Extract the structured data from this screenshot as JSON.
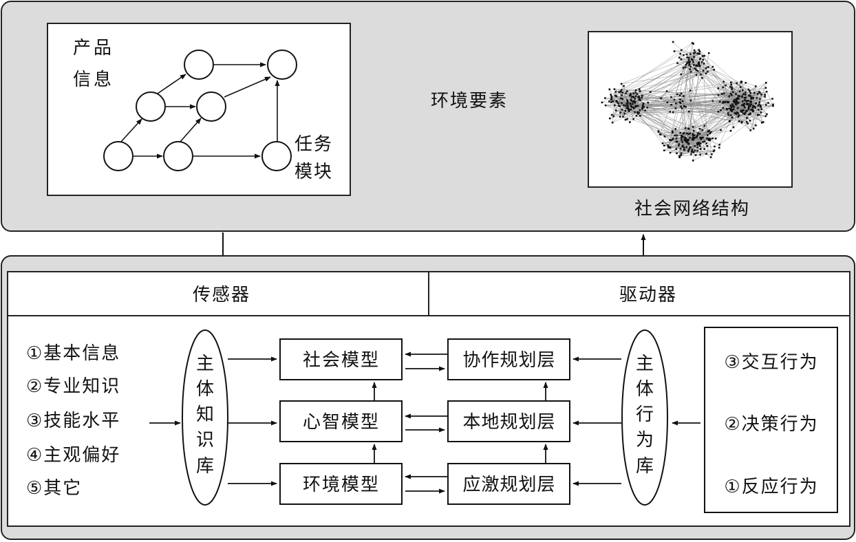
{
  "environment": {
    "title": "环境要素",
    "product_info": [
      "产品",
      "信息"
    ],
    "task_module": [
      "任务",
      "模块"
    ],
    "social_network_caption": "社会网络结构"
  },
  "agent": {
    "sensor_label": "传感器",
    "actuator_label": "驱动器",
    "attributes": [
      "①基本信息",
      "②专业知识",
      "③技能水平",
      "④主观偏好",
      "⑤其它"
    ],
    "knowledge_base": [
      "主",
      "体",
      "知",
      "识",
      "库"
    ],
    "behavior_base": [
      "主",
      "体",
      "行",
      "为",
      "库"
    ],
    "models": [
      "社会模型",
      "心智模型",
      "环境模型"
    ],
    "planning_layers": [
      "协作规划层",
      "本地规划层",
      "应激规划层"
    ],
    "behaviors": [
      "③交互行为",
      "②决策行为",
      "①反应行为"
    ]
  }
}
